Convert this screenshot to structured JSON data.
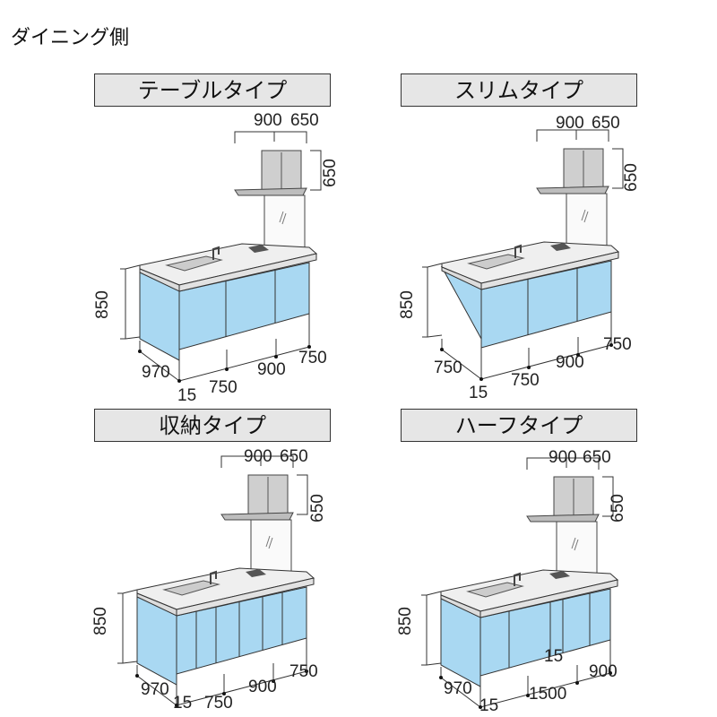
{
  "heading": "ダイニング側",
  "colors": {
    "cabinet": "#a9d8f2",
    "counter": "#efefef",
    "title_bg": "#e6e6e6"
  },
  "panels": [
    {
      "title": "テーブルタイプ",
      "hood_w1": "900",
      "hood_w2": "650",
      "hood_h": "650",
      "height": "850",
      "depth": "970",
      "gap": "15",
      "widths": [
        "750",
        "900",
        "750"
      ]
    },
    {
      "title": "スリムタイプ",
      "hood_w1": "900",
      "hood_w2": "650",
      "hood_h": "650",
      "height": "850",
      "depth": "750",
      "gap": "15",
      "widths": [
        "750",
        "900",
        "750"
      ]
    },
    {
      "title": "収納タイプ",
      "hood_w1": "900",
      "hood_w2": "650",
      "hood_h": "650",
      "height": "850",
      "depth": "970",
      "gap": "15",
      "widths": [
        "750",
        "900",
        "750"
      ]
    },
    {
      "title": "ハーフタイプ",
      "hood_w1": "900",
      "hood_w2": "650",
      "hood_h": "650",
      "height": "850",
      "depth": "970",
      "gap": "15",
      "widths": [
        "1500",
        "900"
      ],
      "inner_gap": "15"
    }
  ]
}
